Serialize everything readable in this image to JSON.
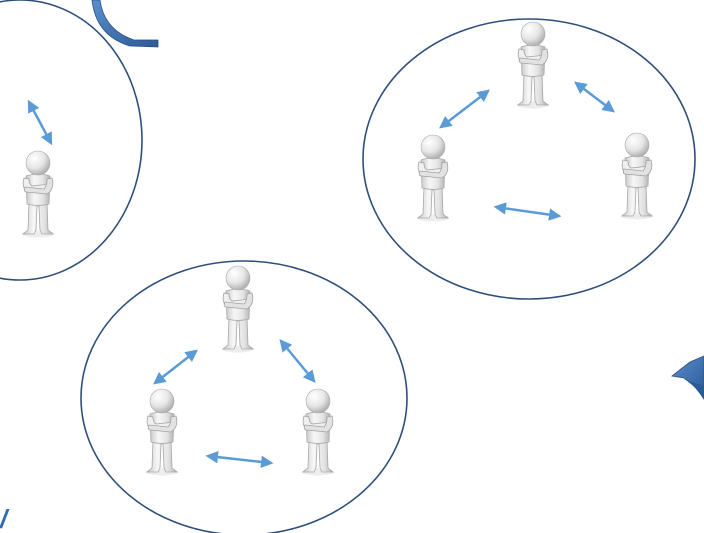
{
  "diagram": {
    "colors": {
      "background": "#ffffff",
      "circle_stroke": "#2d4f7c",
      "arrow": "#5b9bd5",
      "curve_arrow": "#3f72b1",
      "figure_light": "#f3f3f3",
      "figure_shade": "#b9b9b9"
    },
    "groups": [
      {
        "name": "group-top-left",
        "figures": 1,
        "partially_visible": true
      },
      {
        "name": "group-top-right",
        "figures": 3
      },
      {
        "name": "group-bottom-center",
        "figures": 3
      }
    ],
    "icons": {
      "person": "person-figure-icon",
      "two_way_arrow": "double-headed-arrow-icon",
      "curved_arrow": "curved-arrow-icon"
    },
    "stray_glyph": "/"
  }
}
